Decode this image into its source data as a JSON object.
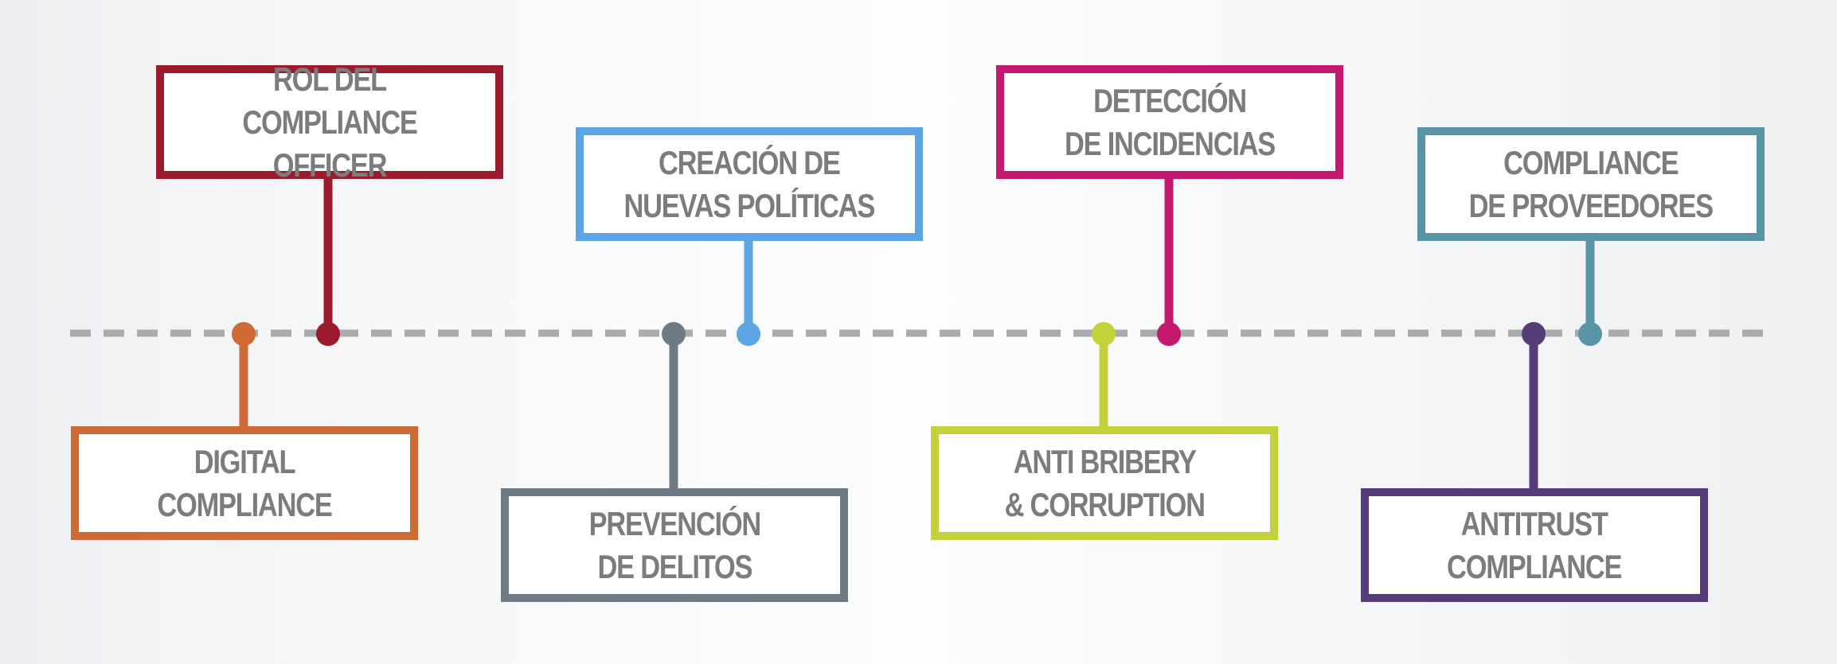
{
  "milestones": [
    {
      "id": "rol-compliance-officer",
      "text": "ROL DEL\nCOMPLIANCE OFFICER",
      "color": "#9b1b2d",
      "side": "above"
    },
    {
      "id": "digital-compliance",
      "text": "DIGITAL COMPLIANCE",
      "color": "#cd6a36",
      "side": "below"
    },
    {
      "id": "creacion-politicas",
      "text": "CREACIÓN DE\nNUEVAS POLÍTICAS",
      "color": "#5ca5e3",
      "side": "above"
    },
    {
      "id": "prevencion-delitos",
      "text": "PREVENCIÓN\nDE DELITOS",
      "color": "#6e7b85",
      "side": "below"
    },
    {
      "id": "deteccion-incidencias",
      "text": "DETECCIÓN\nDE INCIDENCIAS",
      "color": "#c5196f",
      "side": "above"
    },
    {
      "id": "anti-bribery",
      "text": "ANTI BRIBERY\n& CORRUPTION",
      "color": "#c3d23b",
      "side": "below"
    },
    {
      "id": "compliance-proveedores",
      "text": "COMPLIANCE\nDE PROVEEDORES",
      "color": "#5894a6",
      "side": "above"
    },
    {
      "id": "antitrust-compliance",
      "text": "ANTITRUST\nCOMPLIANCE",
      "color": "#563c79",
      "side": "below"
    }
  ],
  "timeline_color": "#a9abad",
  "text_color": "#7a7c7d"
}
